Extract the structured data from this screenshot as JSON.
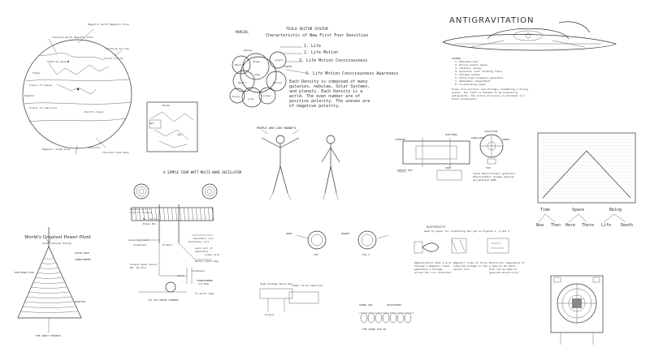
{
  "panels": {
    "map": {
      "labels": [
        "Magnetic North Magnetic Pole",
        "Earthing Ice Cap",
        "Arctic Circle",
        "Siberian Zone",
        "Tibet",
        "Tropic of Cancer",
        "Tropic of Capricorn",
        "Equator",
        "Pacific Ocean",
        "Antarctic",
        "Magnetic South Pole",
        "Thinnest Land Mass",
        "Thinnest North Magnetic Pole"
      ]
    },
    "small_map": {
      "labels": [
        "Route",
        "Ref",
        "Sea"
      ]
    },
    "tesla": {
      "header": "MARGIN:",
      "title": "TESLA VECTOR SYSTEM",
      "subtitle": "Characteristic of New First Four Densities",
      "items": [
        "1. Life",
        "2. Life Motion",
        "3. Life Motion Consciousness",
        "4. Life Motion Consciousness Awareness"
      ],
      "body": [
        "Each Density is composed of many",
        "galaxies, nebulae, Solar Systems,",
        "and planets. Each Density is a",
        "world. The even number are of",
        "positive polarity. The uneven are",
        "of negative polarity."
      ],
      "circle_labels": [
        "Matter",
        "Neutral",
        "Atoms",
        "Consti",
        "SOLA",
        "Motion",
        "Neutri",
        "Life",
        "Lines",
        "Unity",
        "EARTH"
      ]
    },
    "anti": {
      "title": "ANTIGRAVITATION",
      "legend_head": "LEGEND:",
      "legend": [
        "1. Radiated disc",
        "2. Hollow anodic space",
        "3. Cathodic canopy",
        "4. Generator with rotating field",
        "5. Charged plates",
        "6. Ultra-high frequency generator",
        "7. Habitable compartment",
        "8. Accelerating power"
      ],
      "caption": [
        "Flown true profile, and strongly resembling a flying",
        "saucer, the craft is thought to be powered by",
        "antigravity, the active principle is achieved in a",
        "brief accelerator."
      ]
    },
    "people": {
      "title": "PEOPLE ARE LIKE MAGNETS"
    },
    "coil": {
      "labels": [
        "ELECTRON",
        "CATHODE",
        "COLLECTOR",
        "ANODE",
        "CONTACT BOX",
        "TOP",
        "SIDE",
        "INSULATOR"
      ],
      "caption": [
        "Tesla Electrostatic generator",
        "Electrostatic dynamo machine",
        "as patented 1906"
      ]
    },
    "oscillator": {
      "title": "A SIMPLE FOUR WATT MULTI-WAVE OSCILLATOR",
      "labels": [
        "Primary 2 to 2",
        "2 turns 3 turns",
        "Secondary coil",
        "Condenser",
        "No. 12 Tin",
        "Brass Bar",
        "Secondary coil",
        "Primary",
        "Last coil of",
        "Secondary",
        "Loose wire",
        "Rotary Spark Gap",
        "TRANSFORMER",
        "Spark",
        "Condenser",
        "Single layer wound",
        "NO. 16 wire",
        "115 VAC HOUSE CURRENT",
        "1/4 KVA",
        "Secondary coil",
        "To earth lamp"
      ]
    },
    "world": {
      "title": "World's Greatest Power Plant",
      "labels": [
        "ELECTRON FLOW",
        "SOUTH POLE",
        "EQUATOR",
        "THE GREAT PYRAMID",
        "TRANSFORMER",
        "Gravitational Energy"
      ]
    },
    "rings": {
      "labels": [
        "RING",
        "MAGNET",
        "TOP",
        "FIG 2"
      ]
    },
    "electricity": {
      "title": "ELECTRICITY",
      "caption": [
        "Used by power for conducting the job on Figures 1, 2 and 3"
      ],
      "cols": [
        [
          "Demonstration that a wire",
          "through a magnetic field",
          "generates a voltage",
          "across the coil terminals."
        ],
        [
          "Magnetic lines of force",
          "inducing voltage in the",
          "second coil."
        ],
        [
          "Electrical components of",
          "a typical DC motor.",
          "Also can be made to",
          "generate electricity."
        ]
      ]
    },
    "hair_scale": {
      "labels": [
        "Time",
        "Space",
        "Being",
        "Now",
        "Then",
        "Here",
        "There",
        "Life",
        "Death"
      ]
    },
    "bottom_center": {
      "labels": [
        "High Voltage Spark Gap",
        "Upper Strip Capacitor",
        "Ground"
      ]
    },
    "wave": {
      "labels": [
        "SPARK GAP",
        "DISCHARGES",
        "THE SPARK GAP ON"
      ]
    }
  }
}
